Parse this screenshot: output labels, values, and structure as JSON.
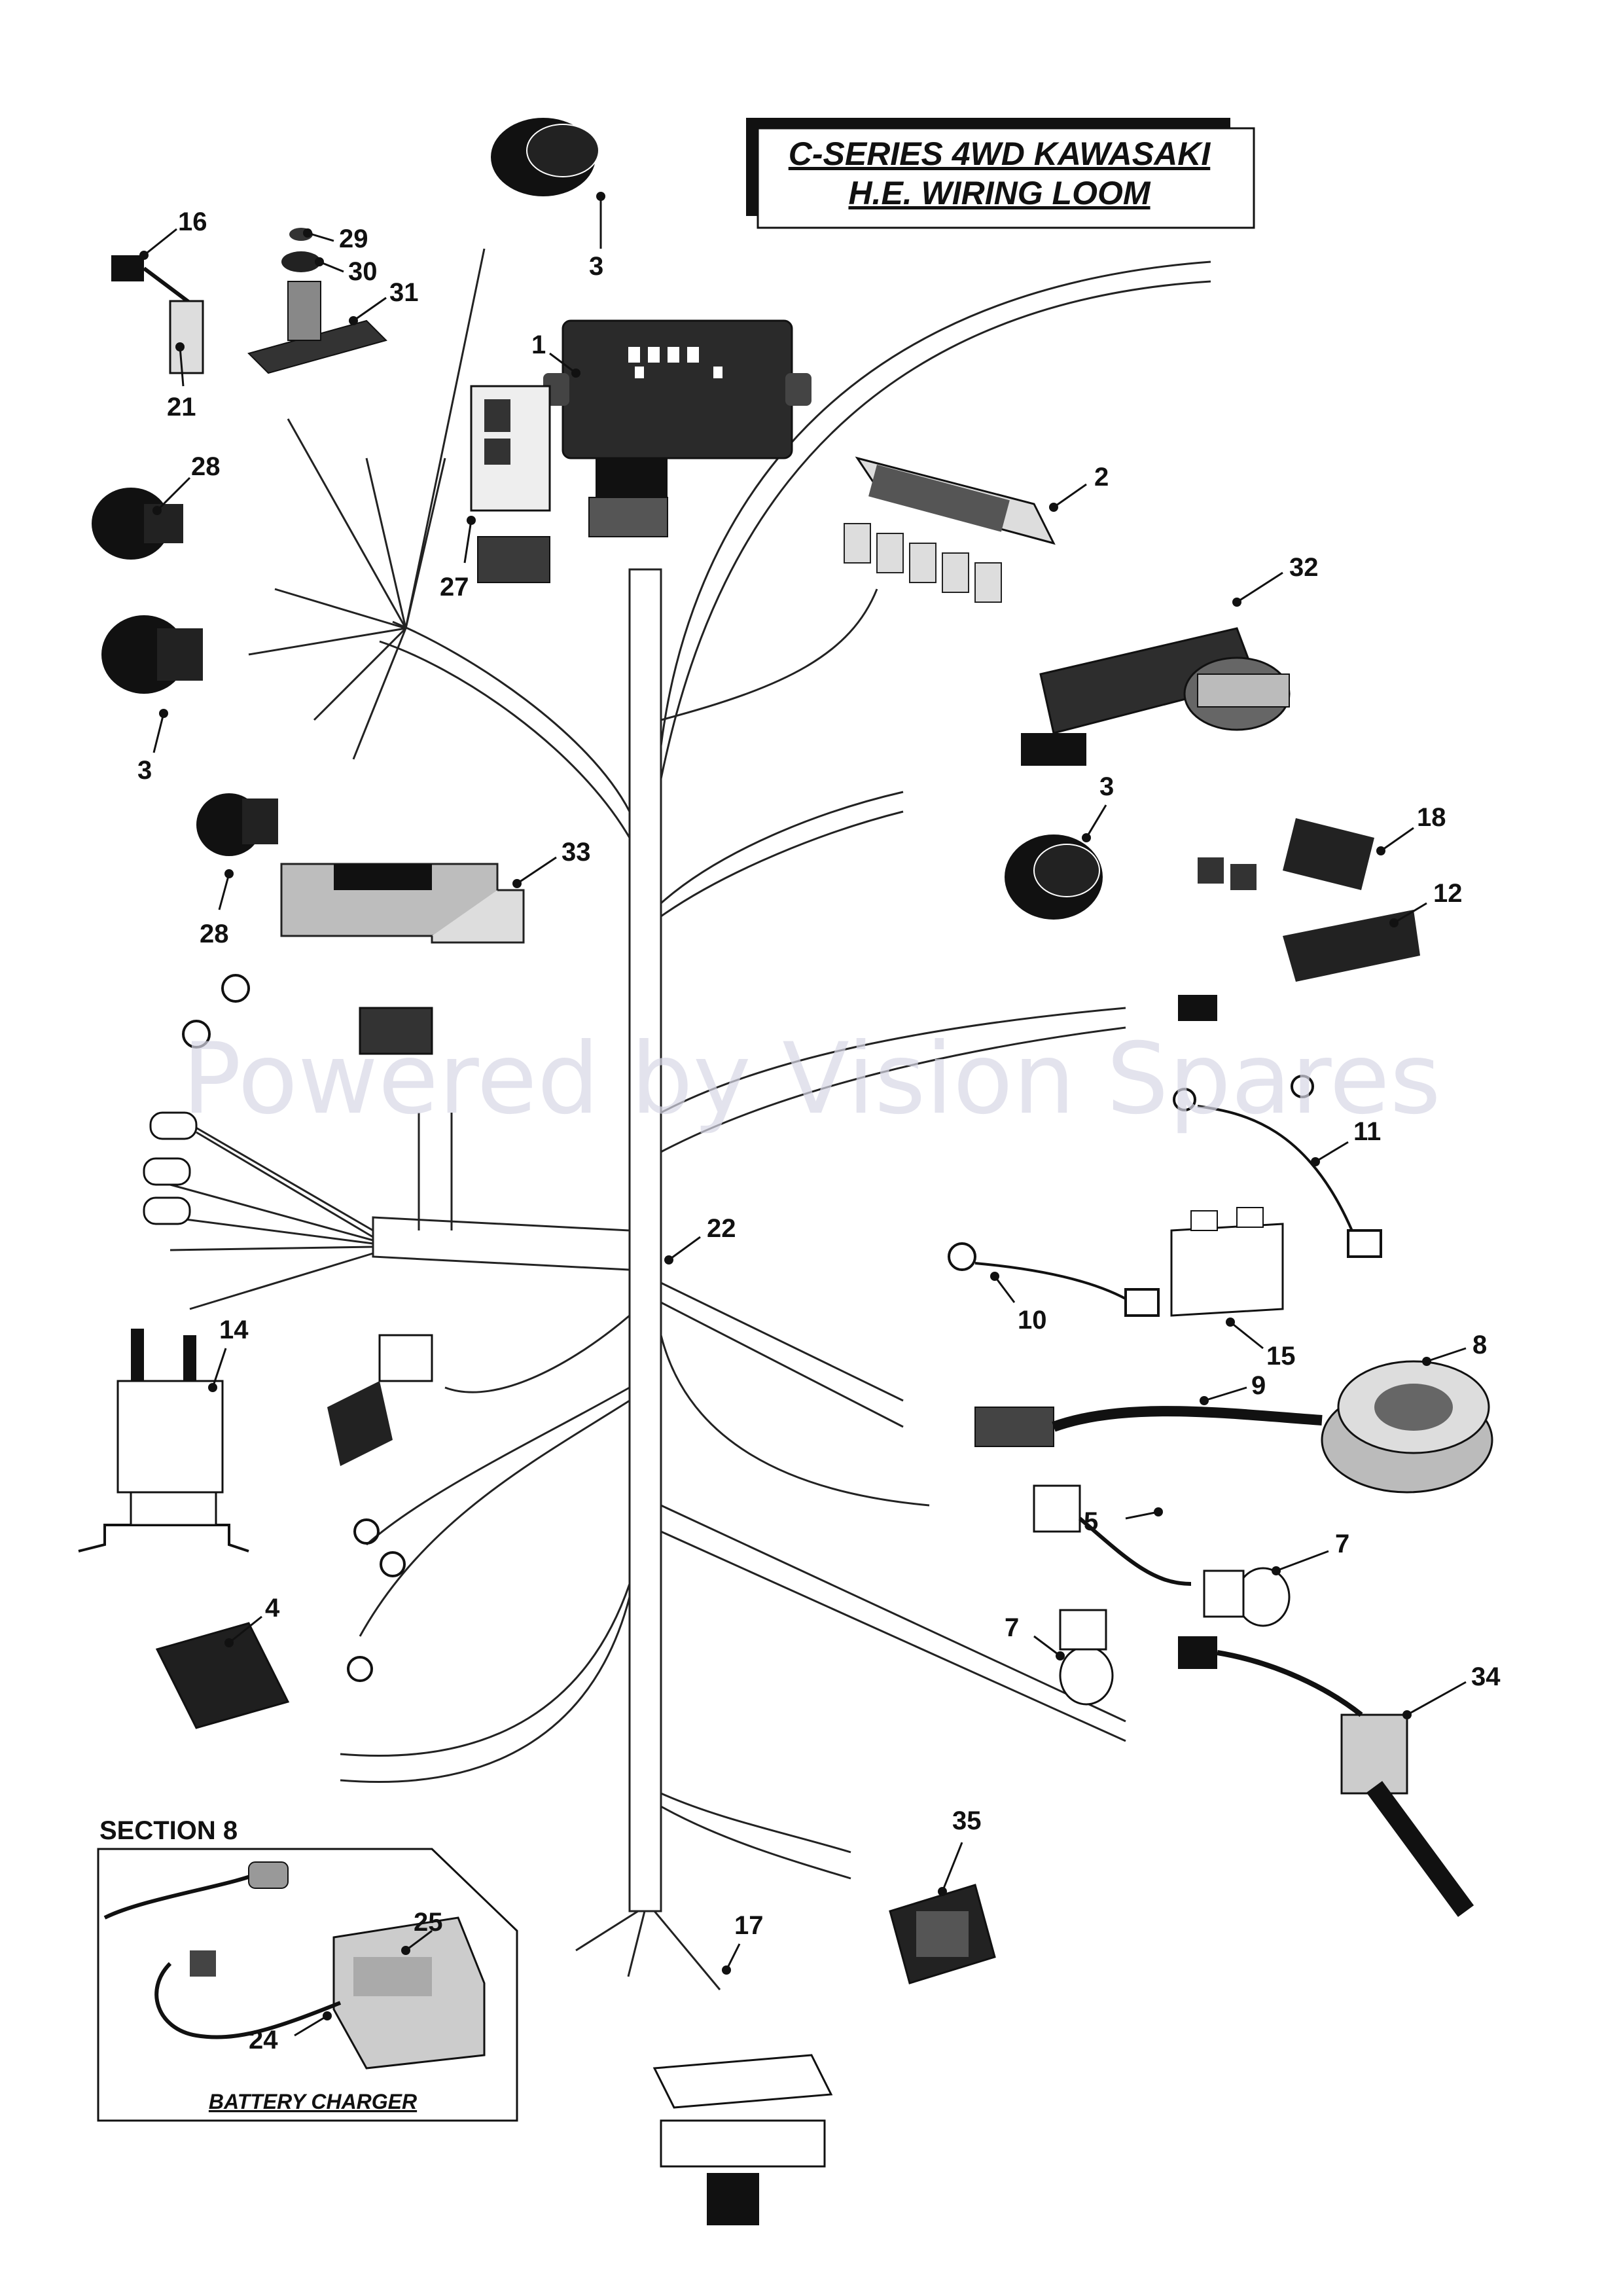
{
  "title": {
    "line1": "C-SERIES 4WD KAWASAKI",
    "line2": "H.E. WIRING LOOM"
  },
  "watermark": "Powered by Vision Spares",
  "section_box": {
    "heading": "SECTION 8",
    "caption": "BATTERY CHARGER"
  },
  "callouts": {
    "c1": "1",
    "c2": "2",
    "c3a": "3",
    "c3b": "3",
    "c3c": "3",
    "c4": "4",
    "c5": "5",
    "c7a": "7",
    "c7b": "7",
    "c8": "8",
    "c9": "9",
    "c10": "10",
    "c11": "11",
    "c12": "12",
    "c14": "14",
    "c15": "15",
    "c16": "16",
    "c17": "17",
    "c18": "18",
    "c21": "21",
    "c22": "22",
    "c24": "24",
    "c25": "25",
    "c27": "27",
    "c28a": "28",
    "c28b": "28",
    "c29": "29",
    "c30": "30",
    "c31": "31",
    "c32": "32",
    "c33": "33",
    "c34": "34",
    "c35": "35"
  },
  "colors": {
    "ink": "#111111",
    "harness_fill": "#ffffff",
    "part_dark": "#222222",
    "part_grey": "#b8b8b8",
    "watermark": "#d7d7e6"
  }
}
